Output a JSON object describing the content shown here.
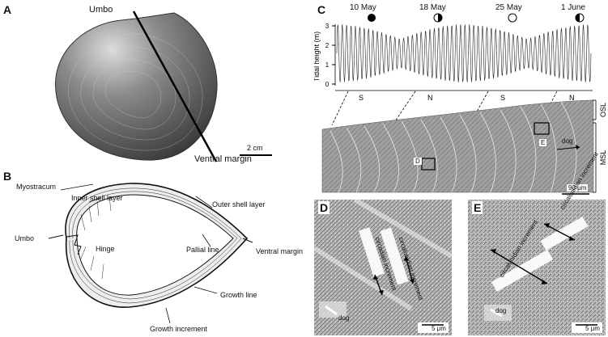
{
  "panels": {
    "A": {
      "letter": "A",
      "umbo": "Umbo",
      "ventral_margin": "Ventral margin",
      "scale": "2 cm"
    },
    "B": {
      "letter": "B",
      "myostracum": "Myostracum",
      "outer_shell_layer": "Outer shell layer",
      "inner_shell_layer": "Inner shell layer",
      "umbo": "Umbo",
      "hinge": "Hinge",
      "pallial_line": "Pallial line",
      "ventral_margin": "Ventral margin",
      "growth_line": "Growth line",
      "growth_increment": "Growth increment"
    },
    "C": {
      "letter": "C",
      "dates": [
        {
          "label": "10 May",
          "moon": "new"
        },
        {
          "label": "18 May",
          "moon": "first-quarter"
        },
        {
          "label": "25 May",
          "moon": "full"
        },
        {
          "label": "1 June",
          "moon": "last-quarter"
        }
      ],
      "y_axis_title": "Tidal height (m)",
      "y_ticks": [
        "0",
        "1",
        "2",
        "3"
      ],
      "spring_neap": [
        "S",
        "N",
        "S",
        "N"
      ],
      "osl": "OSL",
      "msl": "MSL",
      "box_d": "D",
      "box_e": "E",
      "dog": "dog",
      "scale": "90 μm"
    },
    "D": {
      "letter": "D",
      "increment_1": "circadian increment",
      "increment_2": "circalunidian increment",
      "dog": "dog",
      "scale": "5 μm"
    },
    "E": {
      "letter": "E",
      "increment_1": "circalunidian increment",
      "increment_2": "circalunidian increment",
      "dog": "dog",
      "scale": "5 μm"
    }
  },
  "colors": {
    "ink": "#111111",
    "shell_dark": "#4a4a4a",
    "micrograph": "#9a9a9a"
  }
}
